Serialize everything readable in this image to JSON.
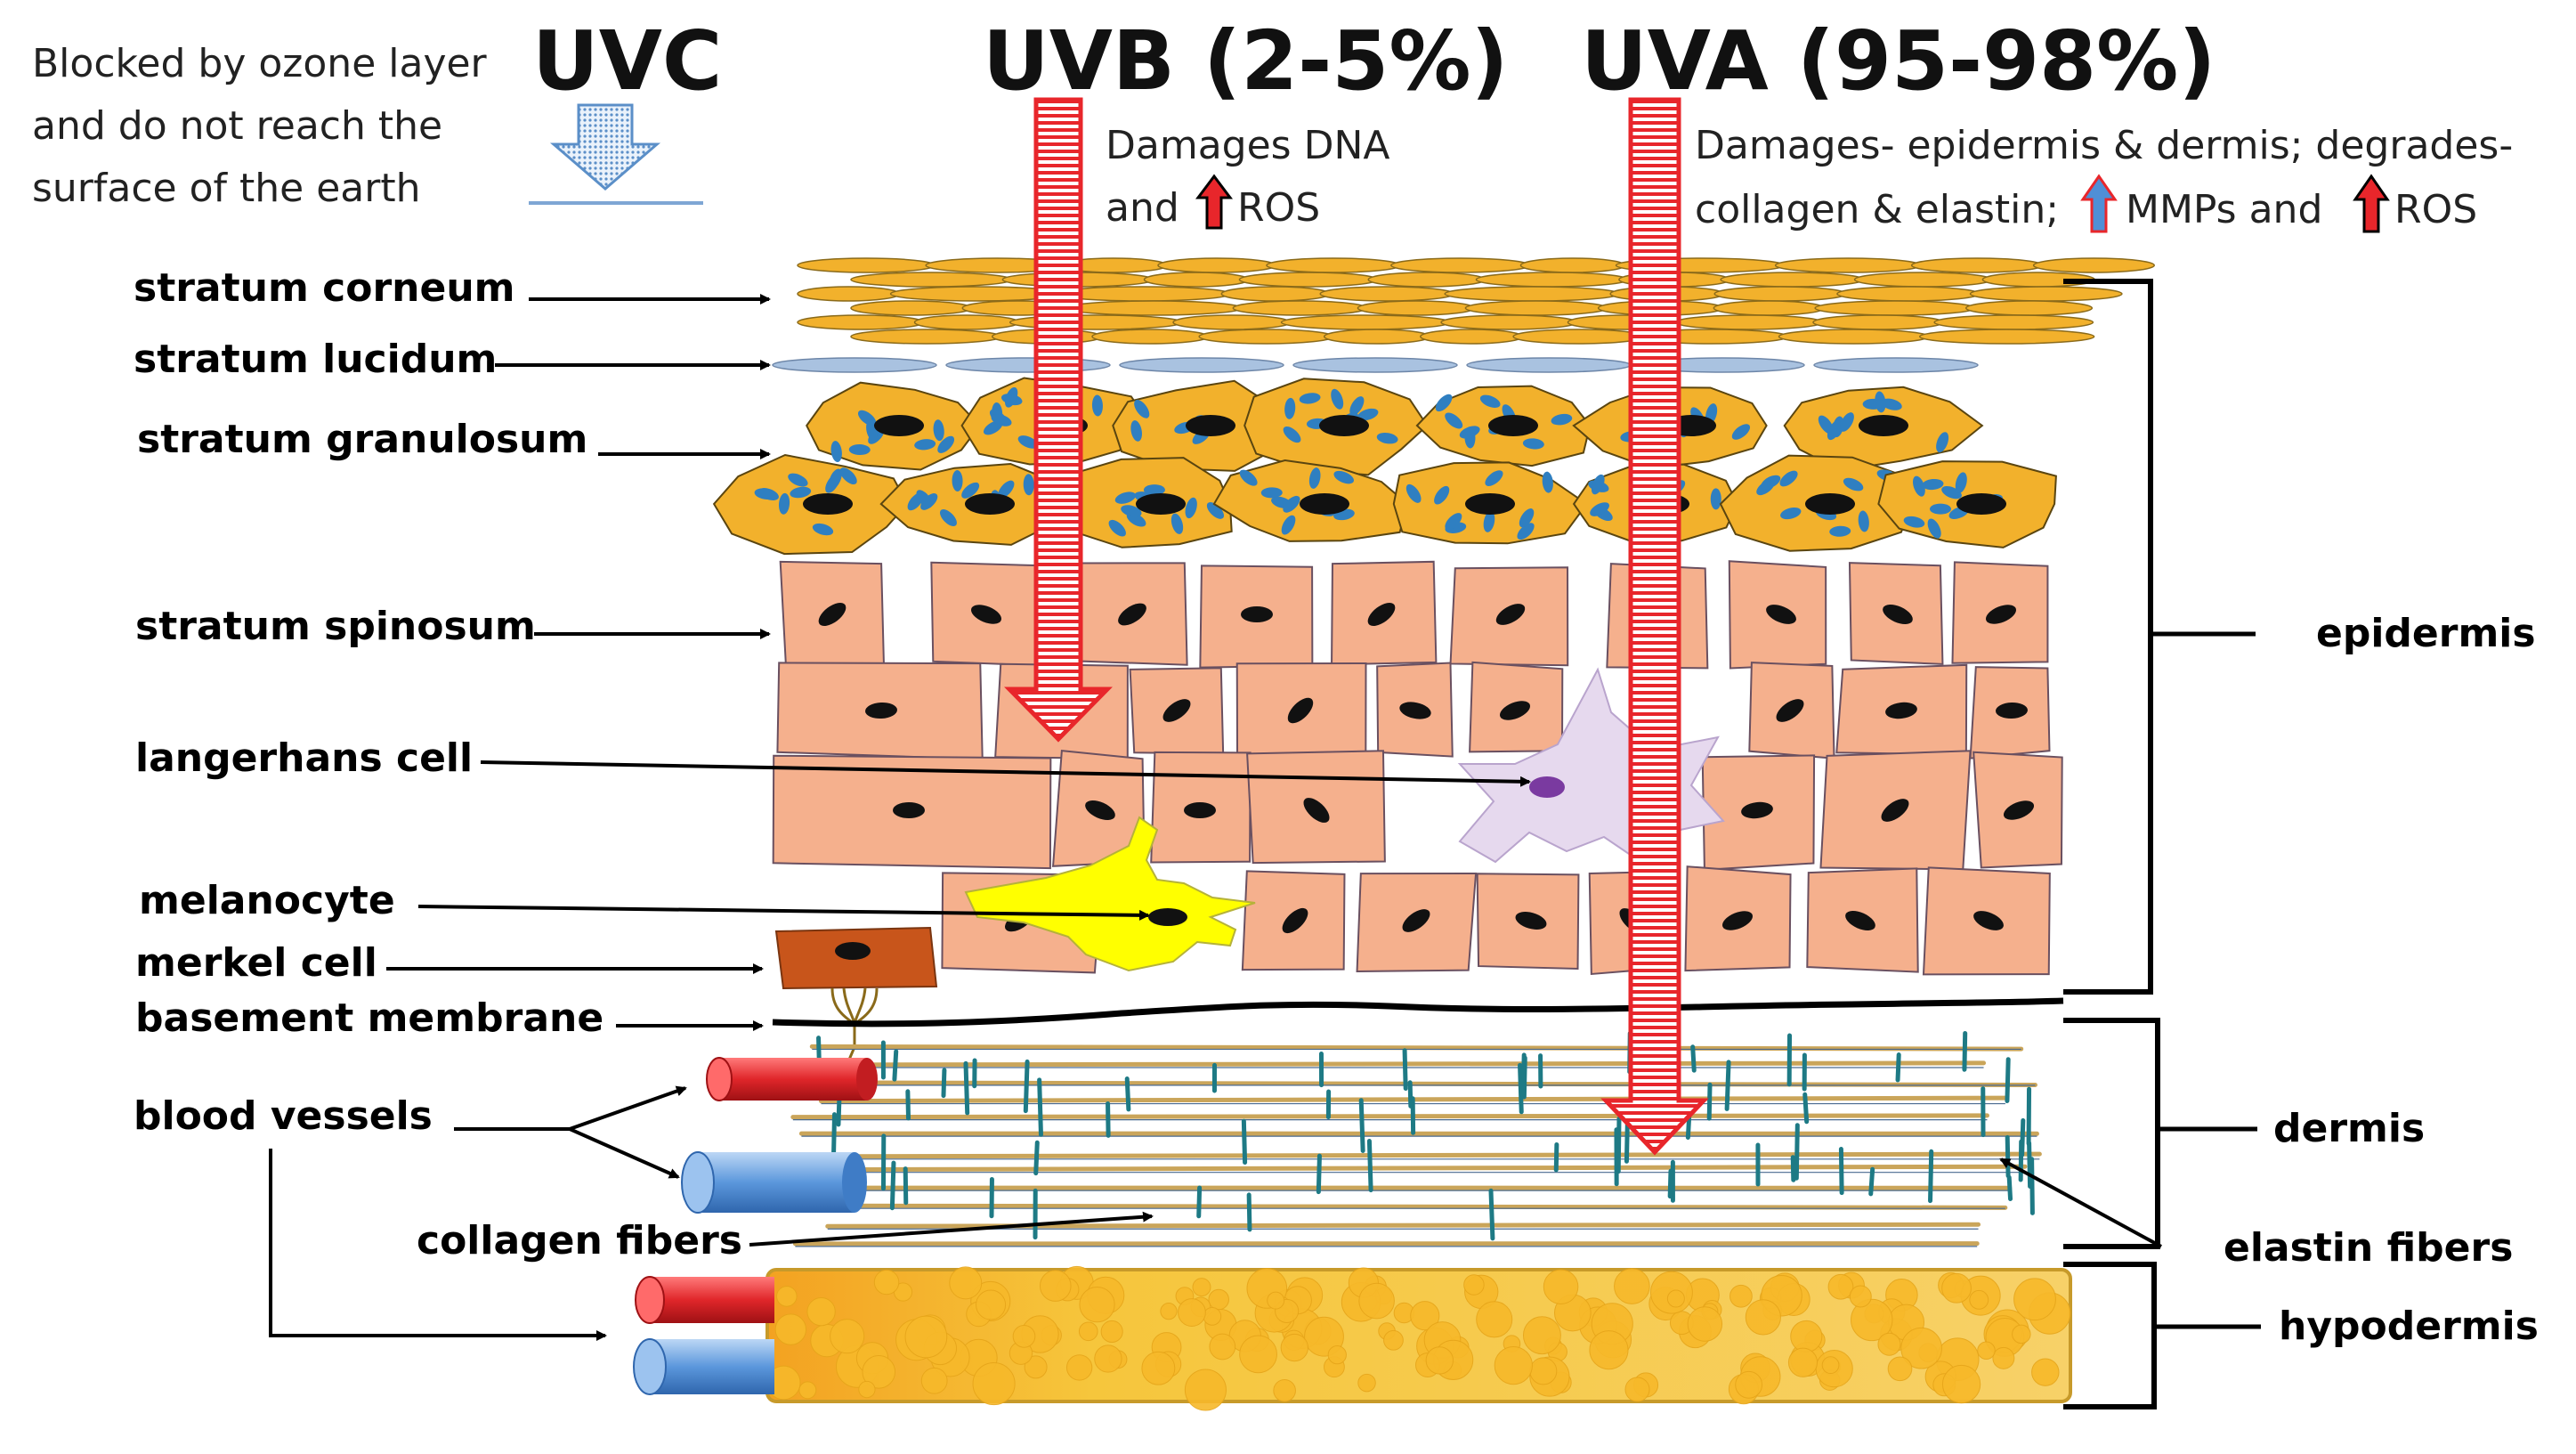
{
  "uv": {
    "uvc": {
      "title": "UVC",
      "note_lines": [
        "Blocked by ozone layer",
        "and do not reach the",
        "surface of the earth"
      ]
    },
    "uvb": {
      "title": "UVB (2-5%)",
      "note_line1": "Damages DNA",
      "note_line2_prefix": "and",
      "note_line2_suffix": "ROS"
    },
    "uva": {
      "title": "UVA (95-98%)",
      "note_line1": "Damages- epidermis & dermis; degrades-",
      "note_line2_prefix": "collagen & elastin;",
      "note_line2_mid": "MMPs and",
      "note_line2_suffix": "ROS"
    }
  },
  "labels": {
    "stratum_corneum": "stratum corneum",
    "stratum_lucidum": "stratum lucidum",
    "stratum_granulosum": "stratum granulosum",
    "stratum_spinosum": "stratum spinosum",
    "langerhans_cell": "langerhans cell",
    "melanocyte": "melanocyte",
    "merkel_cell": "merkel cell",
    "basement_membrane": "basement membrane",
    "blood_vessels": "blood vessels",
    "collagen_fibers": "collagen fibers",
    "elastin_fibers": "elastin fibers",
    "epidermis": "epidermis",
    "dermis": "dermis",
    "hypodermis": "hypodermis"
  },
  "colors": {
    "uv_arrow": "#e8262b",
    "corneum": "#f2b12c",
    "lucidum": "#a9c2e0",
    "granular_cell": "#f2b12c",
    "granule": "#2f7fc1",
    "keratinocyte": "#f5b08d",
    "nucleus": "#111111",
    "langerhans": "#e6d9ee",
    "melanocyte": "#ffff00",
    "merkel": "#c8551b",
    "collagen": "#caa55a",
    "elastin": "#1e7a85",
    "artery": "#e0262a",
    "vein": "#4f8fd6",
    "fat": "#f6c63c"
  }
}
